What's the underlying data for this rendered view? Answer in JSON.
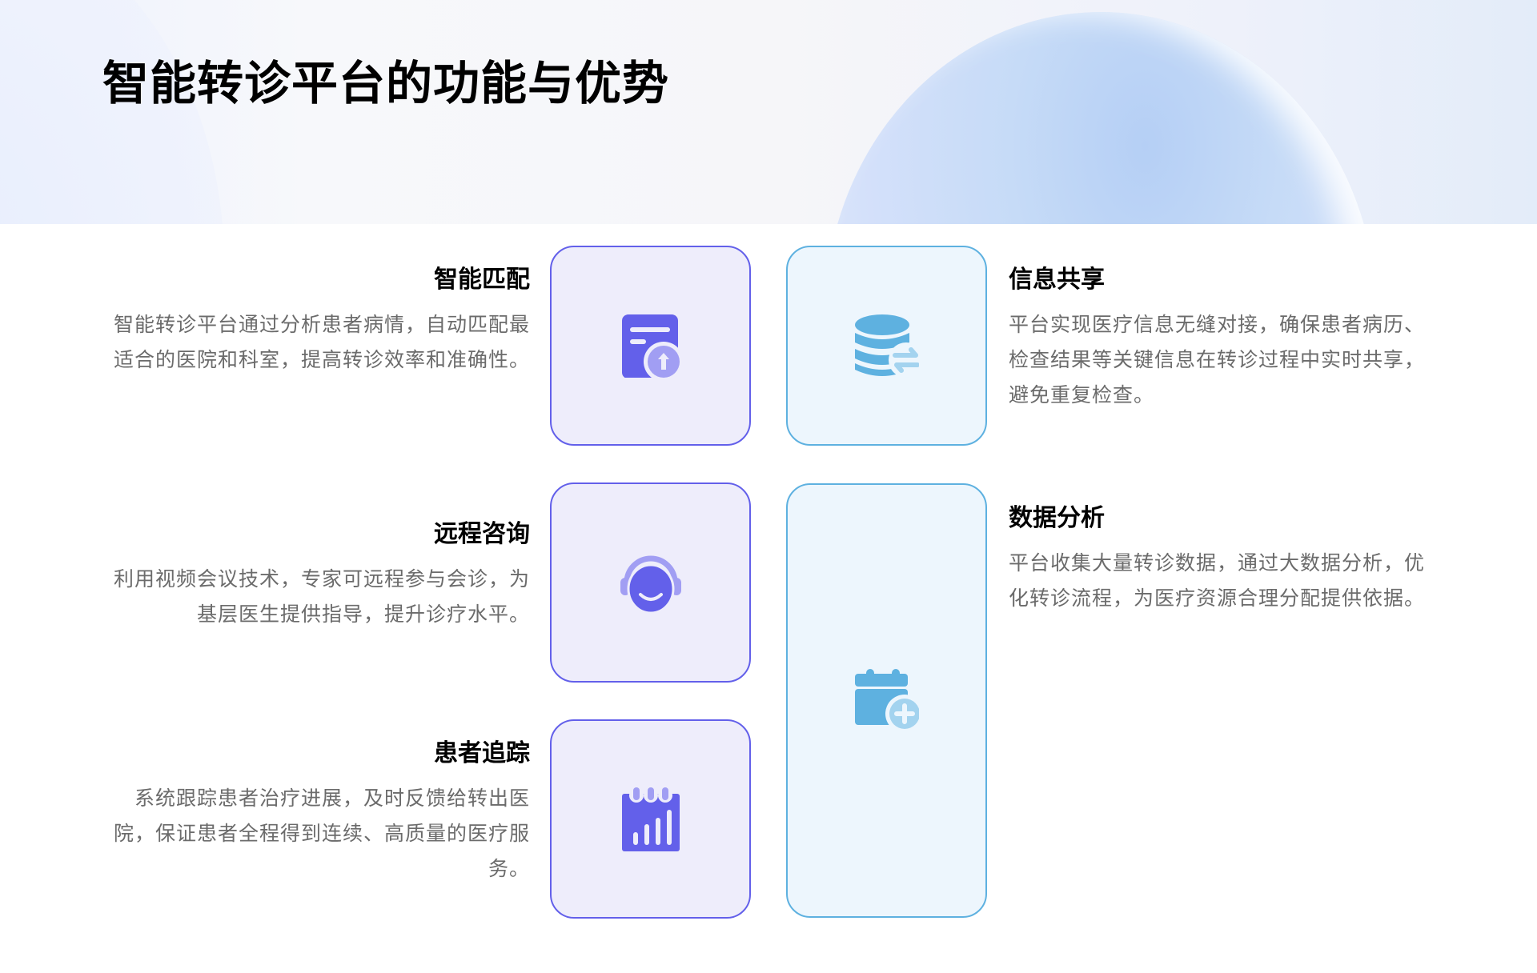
{
  "page": {
    "title": "智能转诊平台的功能与优势"
  },
  "colors": {
    "purple_accent": "#6360EA",
    "purple_light": "#A19EF3",
    "purple_card_bg": "#EEEDFB",
    "blue_accent": "#5EB1E0",
    "blue_light": "#A3D3EF",
    "blue_card_bg": "#EDF6FD",
    "body_text": "#6B6B6B",
    "heading_text": "#000000"
  },
  "features": [
    {
      "title": "智能匹配",
      "description": "智能转诊平台通过分析患者病情，自动匹配最适合的医院和科室，提高转诊效率和准确性。",
      "icon": "document-upload-icon",
      "side": "left"
    },
    {
      "title": "信息共享",
      "description": "平台实现医疗信息无缝对接，确保患者病历、检查结果等关键信息在转诊过程中实时共享，避免重复检查。",
      "icon": "database-exchange-icon",
      "side": "right"
    },
    {
      "title": "远程咨询",
      "description": "利用视频会议技术，专家可远程参与会诊，为基层医生提供指导，提升诊疗水平。",
      "icon": "headset-support-icon",
      "side": "left"
    },
    {
      "title": "数据分析",
      "description": "平台收集大量转诊数据，通过大数据分析，优化转诊流程，为医疗资源合理分配提供依据。",
      "icon": "calendar-add-icon",
      "side": "right"
    },
    {
      "title": "患者追踪",
      "description": "系统跟踪患者治疗进展，及时反馈给转出医院，保证患者全程得到连续、高质量的医疗服务。",
      "icon": "notepad-chart-icon",
      "side": "left"
    }
  ]
}
